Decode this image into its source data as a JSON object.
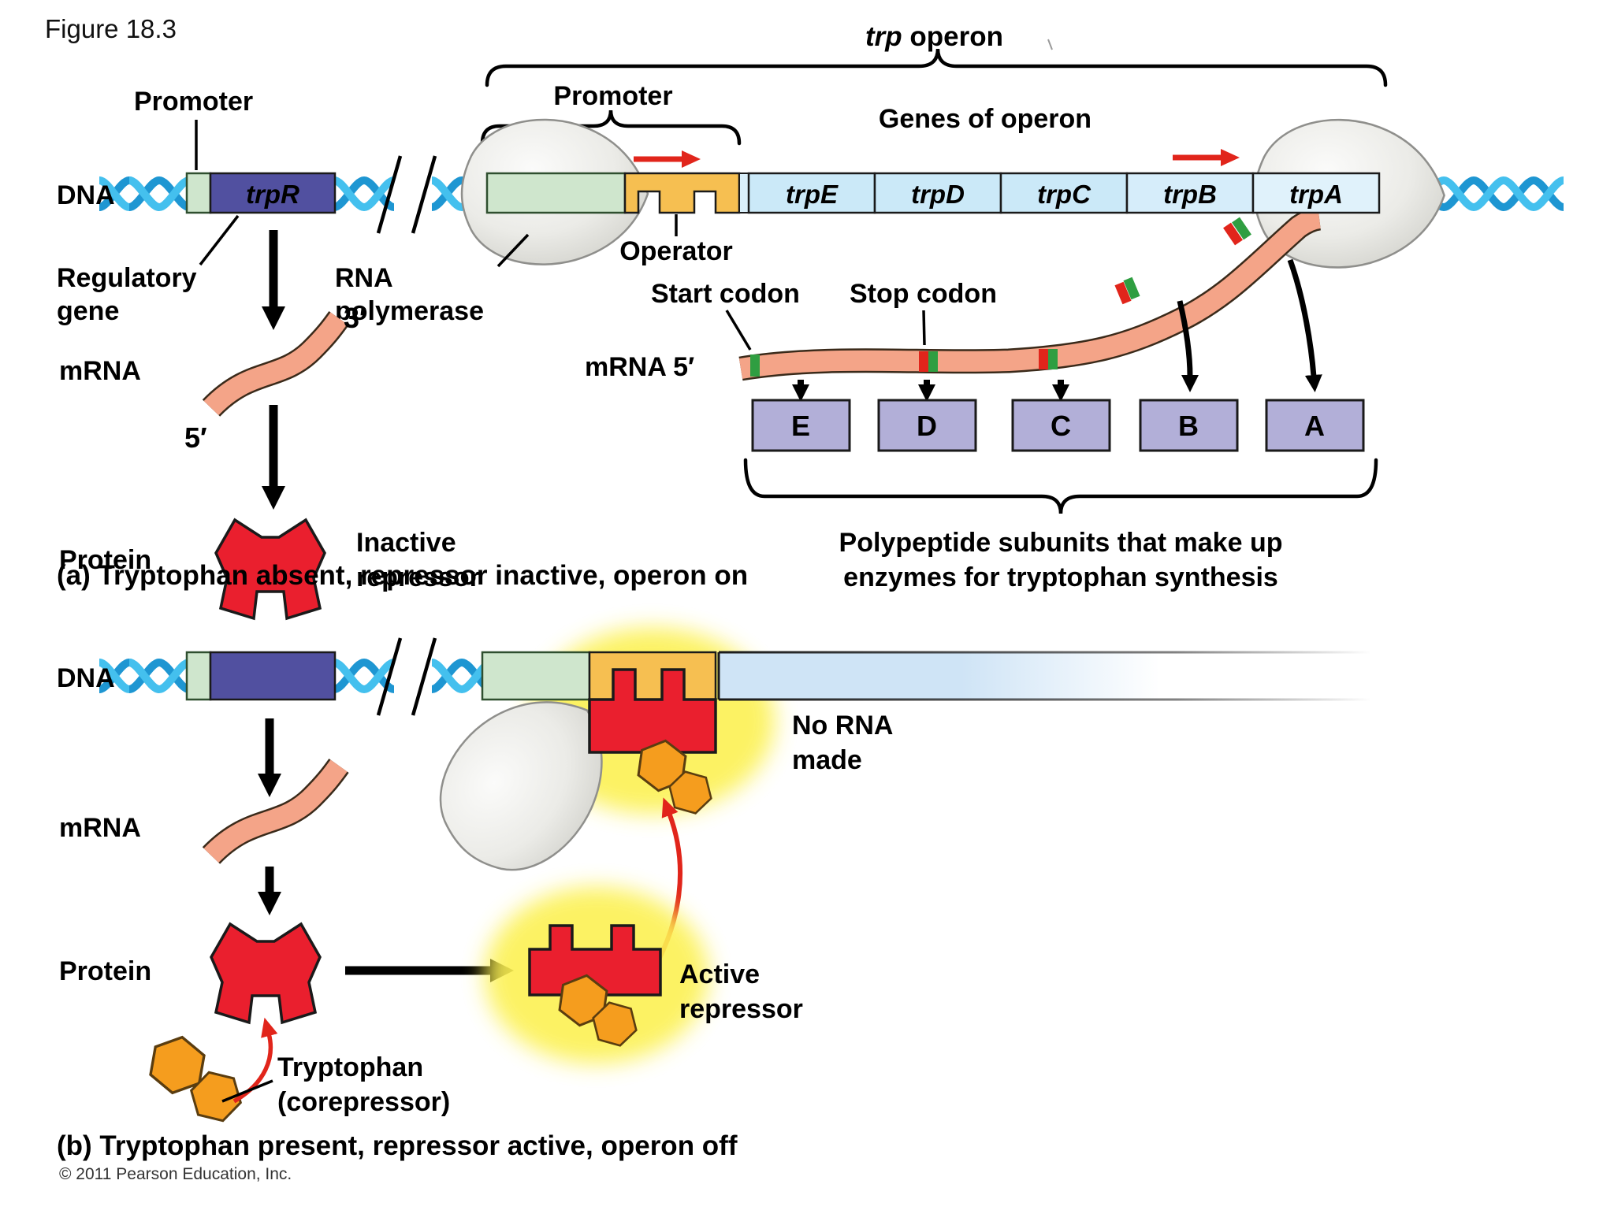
{
  "figure": {
    "title": "Figure 18.3",
    "copyright": "© 2011 Pearson Education, Inc."
  },
  "colors": {
    "dna_strand_light": "#44c0ee",
    "dna_strand_dark": "#1e96d2",
    "promoter_green": "#cfe6cd",
    "trpR_purple": "#5150a0",
    "operator_gold": "#f6bf51",
    "gene_blue": "#cbe9f8",
    "gene_blue_light": "#e0f2fb",
    "subunit_lavender": "#b2afd8",
    "mrna_salmon": "#f4a488",
    "start_codon_green": "#2f9e41",
    "stop_codon_red": "#e1251b",
    "repressor_red": "#ea1f2e",
    "tryptophan_orange": "#f59d1e",
    "glow_yellow": "#fcf153",
    "polymerase_gray": "#e9e9e5"
  },
  "panel_a": {
    "caption": "(a) Tryptophan absent, repressor inactive, operon on",
    "operon_label": {
      "italic": "trp",
      "rest": " operon"
    },
    "labels": {
      "promoter_left": "Promoter",
      "promoter_right": "Promoter",
      "genes_of_operon": "Genes of operon",
      "dna": "DNA",
      "trpR": "trpR",
      "regulatory_line1": "Regulatory",
      "regulatory_line2": "gene",
      "rna_polymerase_line1": "RNA",
      "rna_polymerase_line2": "polymerase",
      "operator": "Operator",
      "start_codon": "Start codon",
      "stop_codon": "Stop codon",
      "mrna_5": "mRNA 5′",
      "mrna": "mRNA",
      "three_prime": "3′",
      "five_prime": "5′",
      "protein": "Protein",
      "inactive_line1": "Inactive",
      "inactive_line2": "repressor",
      "polypeptide_line1": "Polypeptide subunits that make up",
      "polypeptide_line2": "enzymes for tryptophan synthesis"
    },
    "genes": [
      "trpE",
      "trpD",
      "trpC",
      "trpB",
      "trpA"
    ],
    "subunits": [
      "E",
      "D",
      "C",
      "B",
      "A"
    ]
  },
  "panel_b": {
    "caption": "(b) Tryptophan present, repressor active, operon off",
    "labels": {
      "dna": "DNA",
      "mrna": "mRNA",
      "protein": "Protein",
      "no_rna_line1": "No RNA",
      "no_rna_line2": "made",
      "active_line1": "Active",
      "active_line2": "repressor",
      "tryptophan_line1": "Tryptophan",
      "tryptophan_line2": "(corepressor)"
    }
  }
}
